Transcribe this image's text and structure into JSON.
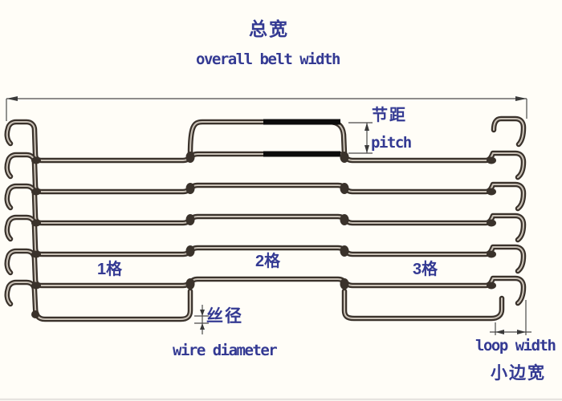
{
  "title": {
    "width_zh": "总宽",
    "width_en": "overall belt width"
  },
  "dimensions": {
    "pitch_zh": "节距",
    "pitch_en": "pitch",
    "wire_diameter_zh": "丝径",
    "wire_diameter_en": "wire diameter",
    "loop_width_en": "loop width",
    "loop_width_zh": "小边宽"
  },
  "sections": {
    "section1": "1格",
    "section2": "2格",
    "section3": "3格"
  },
  "colors": {
    "background": "#fffdf7",
    "label_ink": "#343a93",
    "wire_dark": "#3a322b",
    "wire_core": "#c9c1b6"
  }
}
